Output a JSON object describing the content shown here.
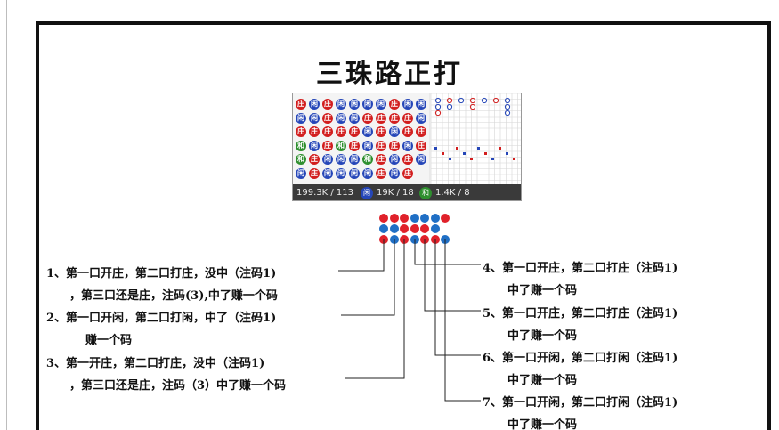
{
  "title": "三珠路正打",
  "roadmap": {
    "bead_rows": [
      [
        "庄",
        "闲",
        "庄",
        "闲",
        "闲",
        "闲",
        "闲",
        "庄",
        "闲",
        "闲"
      ],
      [
        "闲",
        "闲",
        "庄",
        "闲",
        "闲",
        "庄",
        "庄",
        "庄",
        "庄",
        "闲"
      ],
      [
        "庄",
        "庄",
        "庄",
        "庄",
        "庄",
        "闲",
        "庄",
        "闲",
        "庄",
        "庄"
      ],
      [
        "和",
        "闲",
        "庄",
        "和",
        "庄",
        "闲",
        "庄",
        "庄",
        "闲",
        "庄"
      ],
      [
        "和",
        "庄",
        "闲",
        "闲",
        "闲",
        "和",
        "庄",
        "闲",
        "庄",
        "闲"
      ],
      [
        "闲",
        "庄",
        "闲",
        "闲",
        "闲",
        "闲",
        "庄",
        "闲",
        "庄",
        ""
      ]
    ],
    "footer": {
      "total": "199.3K / 113",
      "player_badge": "闲",
      "player_stat": "19K / 18",
      "tie_badge": "和",
      "tie_stat": "1.4K / 8"
    }
  },
  "dot_rows": [
    [
      "red",
      "red",
      "red",
      "blue",
      "blue",
      "blue",
      "red"
    ],
    [
      "blue",
      "blue",
      "red",
      "red",
      "red",
      "blue"
    ],
    [
      "red",
      "blue",
      "red",
      "blue",
      "red",
      "red",
      "blue"
    ]
  ],
  "notes": {
    "n1_line1": "1、第一口开庄，第二口打庄，没中（注码1)",
    "n1_line2": "，第三口还是庄，注码(3),中了赚一个码",
    "n2_line1": "2、第一口开闲，第二口打闲，中了（注码1)",
    "n2_line2": "赚一个码",
    "n3_line1": "3、第一开庄，第二口打庄，没中（注码1)",
    "n3_line2": "，第三口还是庄，注码（3）中了赚一个码",
    "n4_line1": "4、第一口开庄，第二口打庄（注码1)",
    "n4_line2": "中了赚一个码",
    "n5_line1": "5、第一口开庄，第二口打庄（注码1)",
    "n5_line2": "中了赚一个码",
    "n6_line1": "6、第一口开闲，第二口打闲（注码1)",
    "n6_line2": "中了赚一个码",
    "n7_line1": "7、第一口开闲，第二口打闲（注码1)",
    "n7_line2": "中了赚一个码"
  },
  "colors": {
    "banker": "#d21e1e",
    "player": "#2546b8",
    "tie": "#2e8f2e",
    "dot_red": "#e0212a",
    "dot_blue": "#1f6fc5"
  }
}
